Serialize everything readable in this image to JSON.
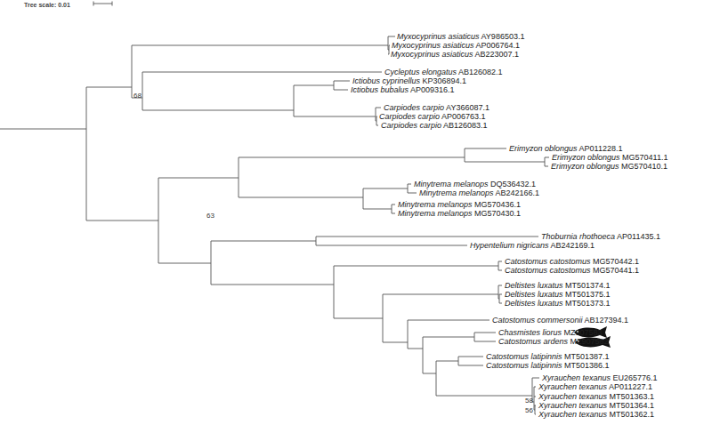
{
  "diagram": {
    "labels": [
      "Tree scale: 0.01",
      "Myxocyprinus asiaticus AY986503.1",
      "Myxocyprinus asiaticus AP006764.1",
      "Myxocyprinus asiaticus AB223007.1",
      "Cycleptus elongatus AB126082.1",
      "Ictiobus cyprinellus KP306894.1",
      "Ictiobus bubalus AP009316.1",
      "Carpiodes carpio AY366087.1",
      "Carpiodes carpio AP006763.1",
      "Carpiodes carpio AB126083.1",
      "Erimyzon oblongus AP011228.1",
      "Erimyzon oblongus MG570411.1",
      "Erimyzon oblongus MG570410.1",
      "Minytrema melanops DQ536432.1",
      "Minytrema melanops AB242166.1",
      "Minytrema melanops MG570436.1",
      "Minytrema melanops MG570430.1",
      "Thoburnia rhothoeca AP011435.1",
      "Hypentelium nigricans AB242169.1",
      "Catostomus catostomus MG570442.1",
      "Catostomus catostomus MG570441.1",
      "Deltistes luxatus MT501374.1",
      "Deltistes luxatus MT501375.1",
      "Deltistes luxatus MT501373.1",
      "Catostomus commersonii AB127394.1",
      "Chasmistes liorus MZ907583",
      "Catostomus ardens MZ907582",
      "Catostomus latipinnis MT501387.1",
      "Catostomus latipinnis MT501386.1",
      "Xyrauchen texanus EU265776.1",
      "Xyrauchen texanus AP011227.1",
      "Xyrauchen texanus MT501363.1",
      "Xyrauchen texanus MT501364.1",
      "Xyrauchen texanus MT501362.1",
      "68",
      "63",
      "58",
      "56"
    ]
  }
}
